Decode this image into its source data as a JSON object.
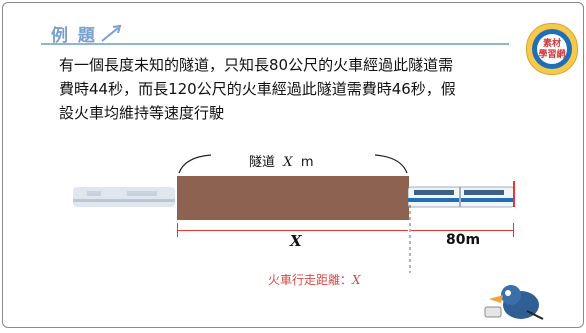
{
  "header": {
    "label": "例 題"
  },
  "badge": {
    "line1": "素材",
    "line2": "學習網"
  },
  "problem": {
    "line1": "有一個長度未知的隧道，只知長80公尺的火車經過此隧道需",
    "line2": "費時44秒，而長120公尺的火車經過此隧道需費時46秒，假",
    "line3": "設火車均維持等速度行駛"
  },
  "diagram": {
    "tunnel_label": "隧道",
    "tunnel_var": "X",
    "tunnel_unit": "m",
    "segment_x_label": "X",
    "train_length_label": "80m",
    "distance_label": "火車行走距離：",
    "distance_var": "X"
  },
  "colors": {
    "header_blue": "#7b9fcf",
    "tunnel_brown": "#8e6250",
    "train_blue": "#1f6fb8",
    "measure_red": "#e33333",
    "badge_yellow": "#f6c84b"
  },
  "icons": [
    "pencil-arrow-icon",
    "mascot-icon",
    "train-icon"
  ]
}
